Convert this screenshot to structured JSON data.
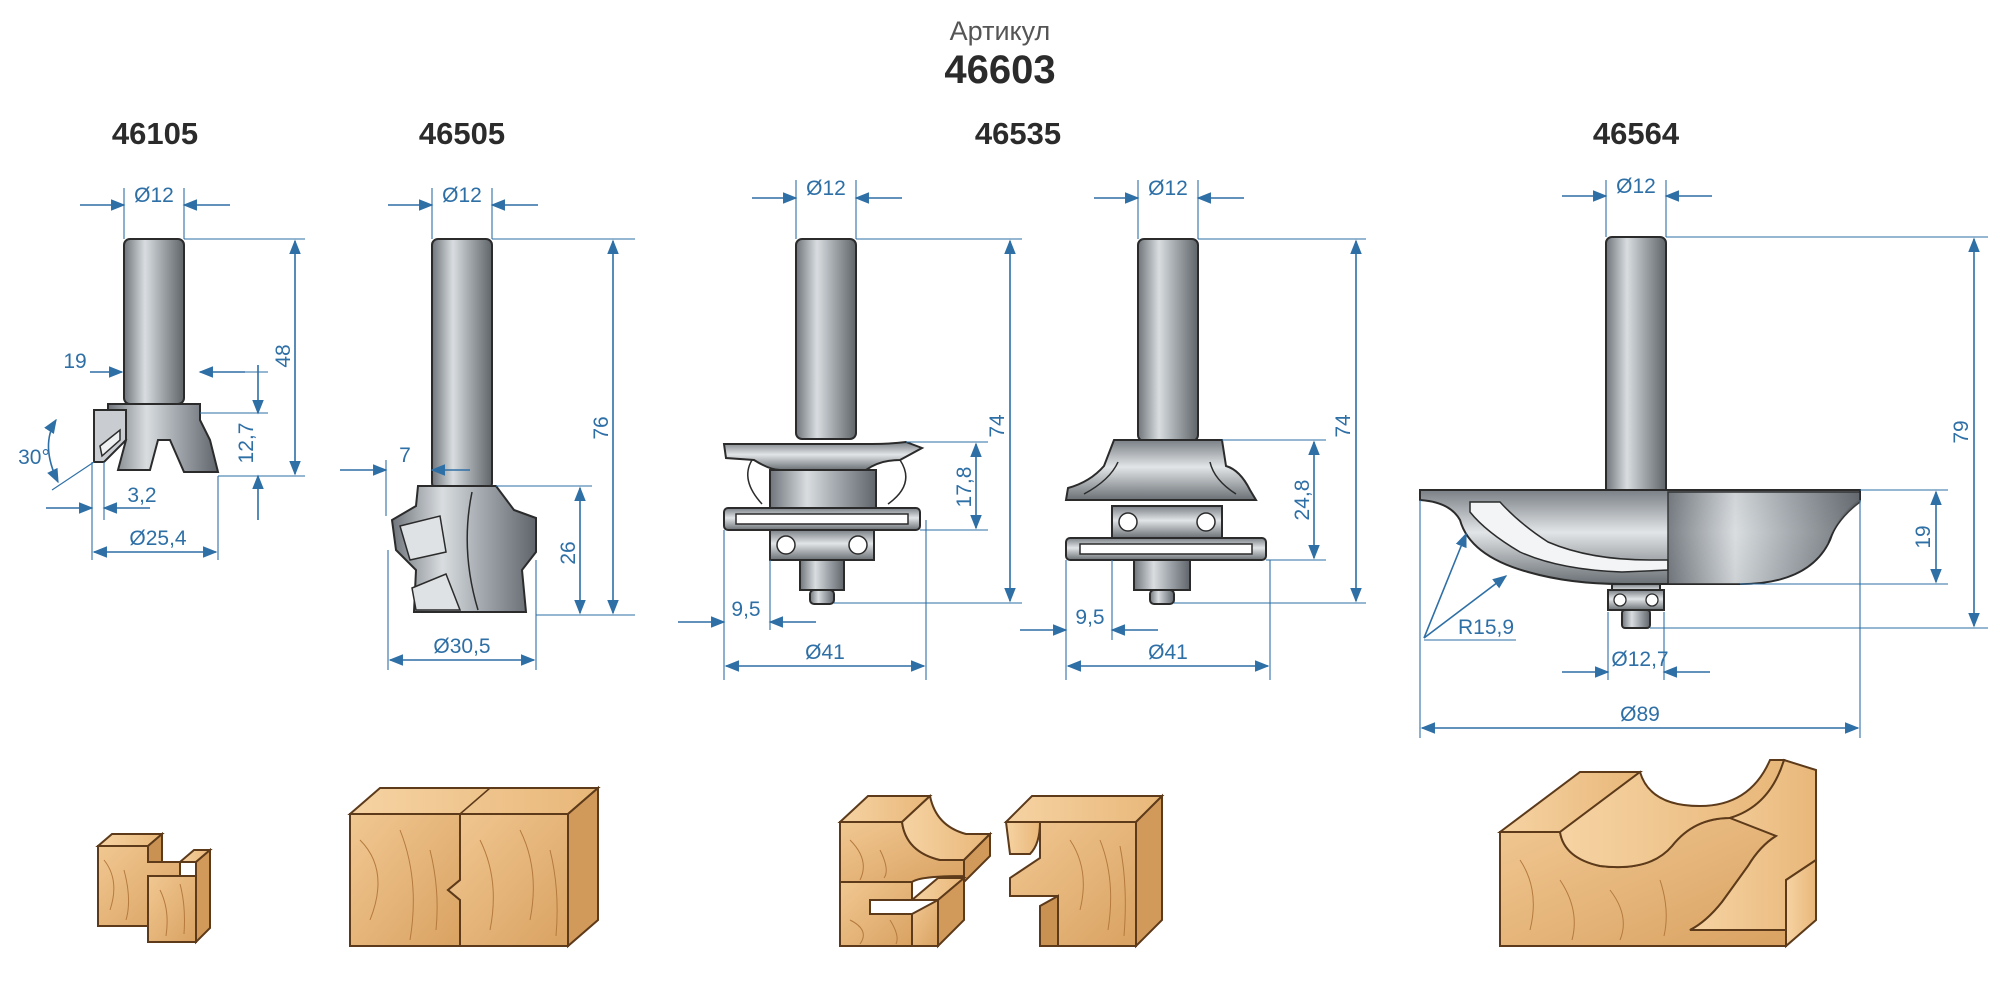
{
  "header": {
    "label": "Артикул",
    "code": "46603"
  },
  "colors": {
    "dimension": "#2e6fa6",
    "steel": "#9aa0a6",
    "wood": "#e6b276",
    "outline": "#2b2b2b"
  },
  "bits": [
    {
      "title": "46105",
      "dims": {
        "shank": "Ø12",
        "d1": "19",
        "angle": "30°",
        "d2": "3,2",
        "diameter": "Ø25,4",
        "h1": "12,7",
        "total": "48"
      }
    },
    {
      "title": "46505",
      "dims": {
        "shank": "Ø12",
        "d1": "7",
        "h1": "26",
        "total": "76",
        "diameter": "Ø30,5"
      }
    },
    {
      "title": "46535",
      "dims": {
        "left": {
          "shank": "Ø12",
          "total": "74",
          "h1": "17,8",
          "d1": "9,5",
          "diameter": "Ø41"
        },
        "right": {
          "shank": "Ø12",
          "total": "74",
          "h1": "24,8",
          "d1": "9,5",
          "diameter": "Ø41"
        }
      }
    },
    {
      "title": "46564",
      "dims": {
        "shank": "Ø12",
        "total": "79",
        "h1": "19",
        "radius": "R15,9",
        "bearing": "Ø12,7",
        "diameter": "Ø89"
      }
    }
  ]
}
